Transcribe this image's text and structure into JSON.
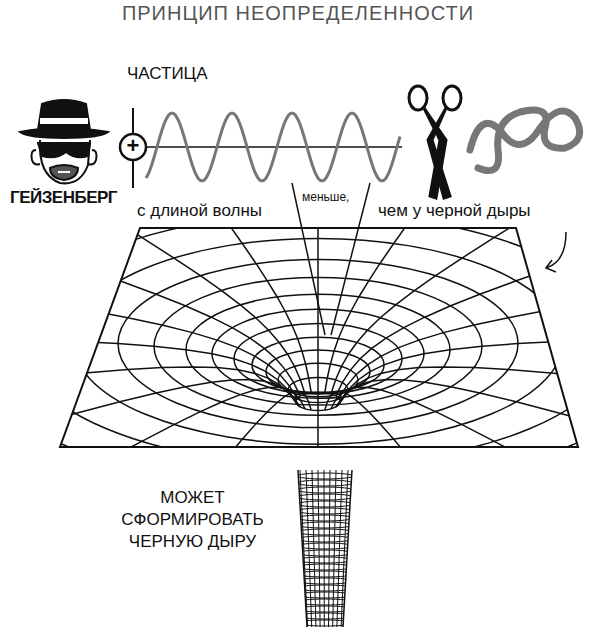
{
  "diagram": {
    "title": "ПРИНЦИП НЕОПРЕДЕЛЕННОСТИ",
    "labels": [
      "ЧАСТИЦА",
      "+",
      "ГЕЙЗЕНБЕРГ",
      "с длиной волны",
      "меньше,",
      "чем у черной дыры",
      "МОЖЕТ СФОРМИРОВАТЬ ЧЕРНУЮ ДЫРУ"
    ]
  }
}
